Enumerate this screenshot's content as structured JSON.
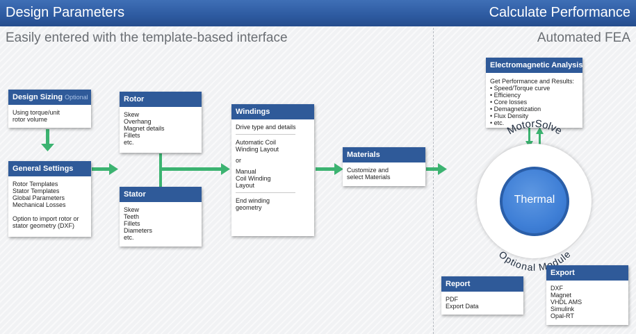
{
  "header": {
    "left_title": "Design Parameters",
    "right_title": "Calculate Performance",
    "left_subtitle": "Easily entered with the template-based interface",
    "right_subtitle": "Automated FEA"
  },
  "design_sizing": {
    "title": "Design Sizing",
    "tag": "Optional",
    "lines": [
      "Using torque/unit",
      "rotor volume"
    ]
  },
  "general_settings": {
    "title": "General Settings",
    "lines": [
      "Rotor Templates",
      "Stator Templates",
      "Global Parameters",
      "Mechanical Losses"
    ],
    "lines2": [
      "Option to import rotor or",
      "stator geometry (DXF)"
    ]
  },
  "rotor": {
    "title": "Rotor",
    "lines": [
      "Skew",
      "Overhang",
      "Magnet details",
      "Fillets",
      "etc."
    ]
  },
  "stator": {
    "title": "Stator",
    "lines": [
      "Skew",
      "Teeth",
      "Fillets",
      "Diameters",
      "etc."
    ]
  },
  "windings": {
    "title": "Windings",
    "drive": "Drive type and details",
    "auto": [
      "Automatic Coil",
      "Winding Layout"
    ],
    "or": "or",
    "manual": [
      "Manual",
      "Coil Winding",
      "Layout"
    ],
    "end": [
      "End winding",
      "geometry"
    ]
  },
  "materials": {
    "title": "Materials",
    "lines": [
      "Customize and",
      "select Materials"
    ]
  },
  "em_analysis": {
    "title": "Electromagnetic Analysis",
    "intro": "Get Performance and Results:",
    "items": [
      "• Speed/Torque curve",
      "• Efficiency",
      "• Core losses",
      "• Demagnetization",
      "• Flux Density",
      "• etc."
    ]
  },
  "hub": {
    "top_arc": "MotorSolve",
    "center": "Thermal",
    "bottom_arc": "Optional Module"
  },
  "report": {
    "title": "Report",
    "lines": [
      "PDF",
      "Export Data"
    ]
  },
  "export": {
    "title": "Export",
    "lines": [
      "DXF",
      "Magnet",
      "VHDL AMS",
      "Simulink",
      "Opal-RT"
    ]
  },
  "colors": {
    "header_blue": "#2f5a99",
    "arrow_green": "#3cb371",
    "core_blue": "#3f7fd6"
  }
}
